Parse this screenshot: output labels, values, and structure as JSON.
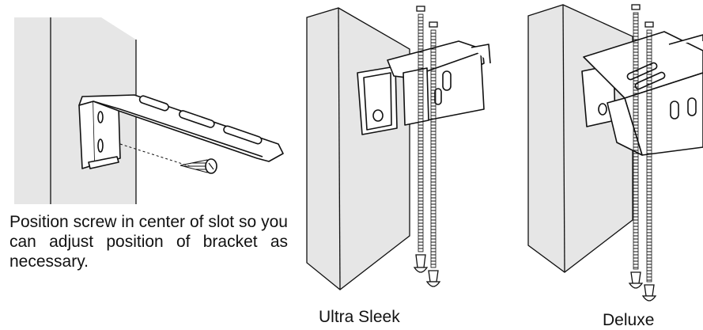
{
  "panels": {
    "wall_mount": {
      "caption": "Position screw in center of slot so you can adjust position of bracket as necessary."
    },
    "ultra_sleek": {
      "label": "Ultra Sleek"
    },
    "deluxe": {
      "label": "Deluxe"
    }
  },
  "colors": {
    "line": "#111111",
    "wall_fill": "#e6e6e6",
    "bracket_fill": "#ffffff"
  },
  "icons": [
    "mounting-screw-icon",
    "bracket-icon",
    "wall-icon"
  ]
}
